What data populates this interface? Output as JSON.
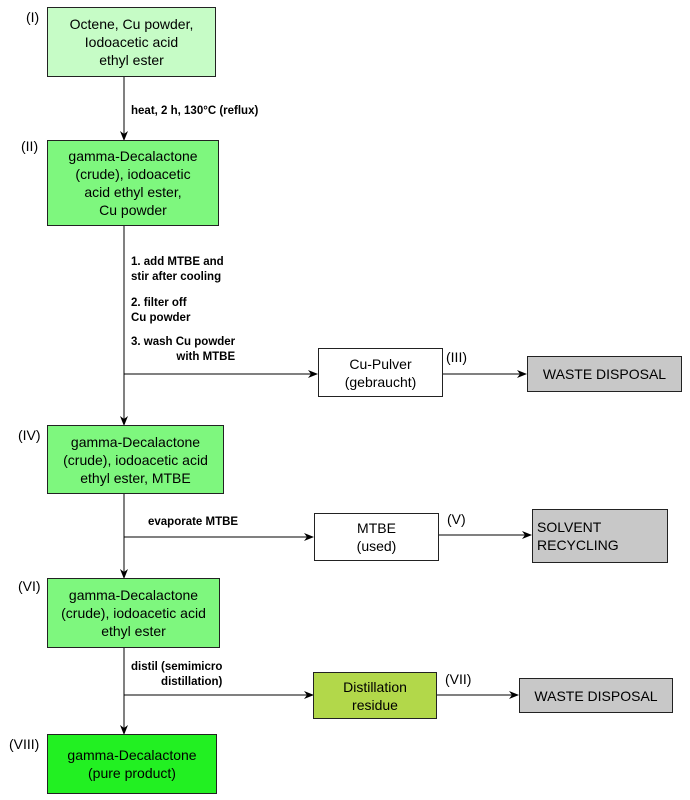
{
  "colors": {
    "start": "#c6fcc6",
    "intermediate": "#7ef77e",
    "product": "#22f022",
    "residue": "#b2d84a",
    "disposal": "#c8c8c8",
    "line": "#000000"
  },
  "nodes": {
    "n1": {
      "number": "(I)",
      "text": "Octene, Cu powder,\nIodoacetic acid\nethyl ester"
    },
    "n2": {
      "number": "(II)",
      "text": "gamma-Decalactone\n(crude), iodoacetic\nacid ethyl ester,\nCu powder"
    },
    "n3": {
      "number": "(III)",
      "text": "Cu-Pulver\n(gebraucht)"
    },
    "n4": {
      "number": "(IV)",
      "text": "gamma-Decalactone\n(crude), iodoacetic acid\nethyl ester, MTBE"
    },
    "n5": {
      "number": "(V)",
      "text": "MTBE\n(used)"
    },
    "n6": {
      "number": "(VI)",
      "text": "gamma-Decalactone\n(crude), iodoacetic acid\nethyl ester"
    },
    "n7": {
      "number": "(VII)",
      "text": "Distillation\nresidue"
    },
    "n8": {
      "number": "(VIII)",
      "text": "gamma-Decalactone\n(pure product)"
    }
  },
  "destinations": {
    "waste1": "WASTE DISPOSAL",
    "recycling": "SOLVENT\nRECYCLING",
    "waste2": "WASTE DISPOSAL"
  },
  "steps": {
    "heat": "heat, 2 h, 130°C (reflux)",
    "add_mtbe": "1. add MTBE and\nstir after cooling",
    "filter": "2. filter off\nCu powder",
    "wash": "3. wash Cu powder\nwith MTBE",
    "evaporate": "evaporate MTBE",
    "distil": "distil (semimicro\ndistillation)"
  }
}
